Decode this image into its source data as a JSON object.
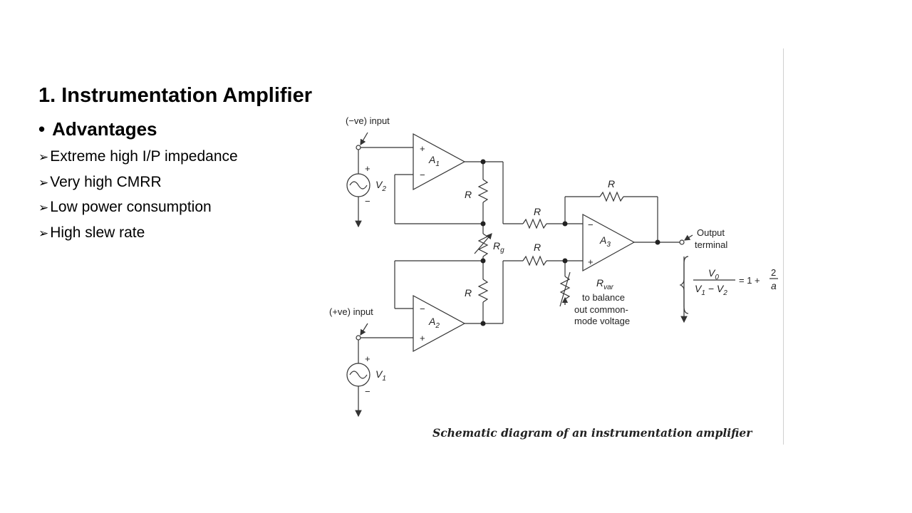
{
  "slide": {
    "title": "1. Instrumentation Amplifier",
    "bullet": "Advantages",
    "points": [
      "Extreme high I/P impedance",
      "Very high CMRR",
      "Low power consumption",
      "High slew rate"
    ]
  },
  "diagram": {
    "neg_input": "(−ve) input",
    "pos_input": "(+ve) input",
    "opamp1": "A",
    "opamp1_sub": "1",
    "opamp2": "A",
    "opamp2_sub": "2",
    "opamp3": "A",
    "opamp3_sub": "3",
    "source_top": "V",
    "source_top_sub": "2",
    "source_bottom": "V",
    "source_bottom_sub": "1",
    "resistor": "R",
    "gain_resistor": "R",
    "gain_resistor_sub": "g",
    "var_resistor": "R",
    "var_resistor_sub": "var",
    "var_note_1": "to balance",
    "var_note_2": "out common-",
    "var_note_3": "mode voltage",
    "output_1": "Output",
    "output_2": "terminal",
    "formula_num": "V",
    "formula_num_sub": "0",
    "formula_den_a": "V",
    "formula_den_a_sub": "1",
    "formula_den_mid": " − V",
    "formula_den_b_sub": "2",
    "formula_rhs": "= 1 +",
    "formula_frac_num": "2",
    "formula_frac_den": "a",
    "plus": "+",
    "minus": "−",
    "caption": "Schematic diagram of an instrumentation amplifier"
  }
}
